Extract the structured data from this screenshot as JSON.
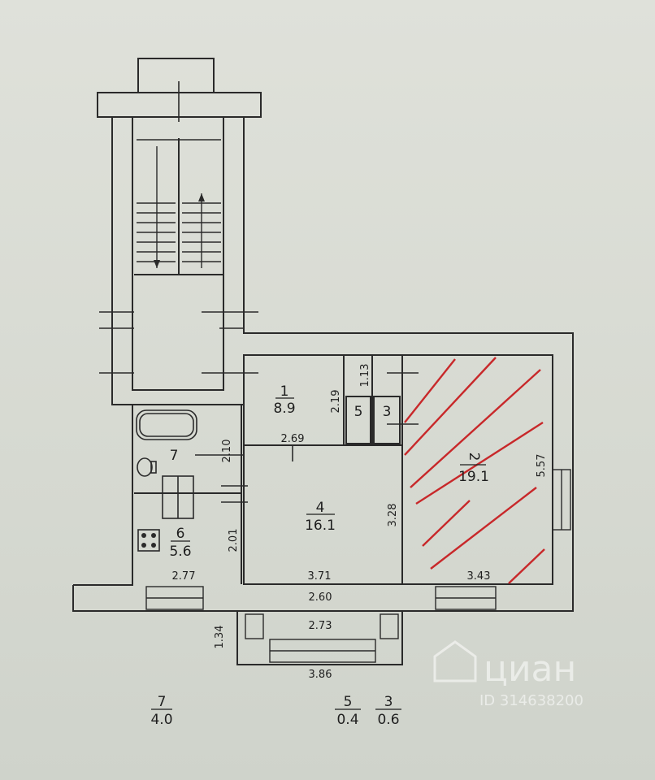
{
  "rooms": [
    {
      "number": "1",
      "area": "8.9"
    },
    {
      "number": "2",
      "area": "19.1"
    },
    {
      "number": "3",
      "area": ""
    },
    {
      "number": "4",
      "area": "16.1"
    },
    {
      "number": "5",
      "area": ""
    },
    {
      "number": "6",
      "area": "5.6"
    },
    {
      "number": "7",
      "area": ""
    }
  ],
  "dimensions": {
    "d1_13": "1.13",
    "d2_19": "2.19",
    "d2_69": "2.69",
    "d2_10": "2.10",
    "d5_57": "5.57",
    "d3_28": "3.28",
    "d2_01": "2.01",
    "d2_77": "2.77",
    "d3_71": "3.71",
    "d3_43": "3.43",
    "d2_60": "2.60",
    "d2_73": "2.73",
    "d1_34": "1.34",
    "d3_86": "3.86"
  },
  "legend": [
    {
      "number": "7",
      "area": "4.0"
    },
    {
      "number": "5",
      "area": "0.4"
    },
    {
      "number": "3",
      "area": "0.6"
    }
  ],
  "watermark": {
    "brand": "циан",
    "id": "ID 314638200"
  },
  "colors": {
    "wall": "#2a2a2a",
    "hatch": "#c8282a",
    "paper": "#dcdfd8"
  }
}
